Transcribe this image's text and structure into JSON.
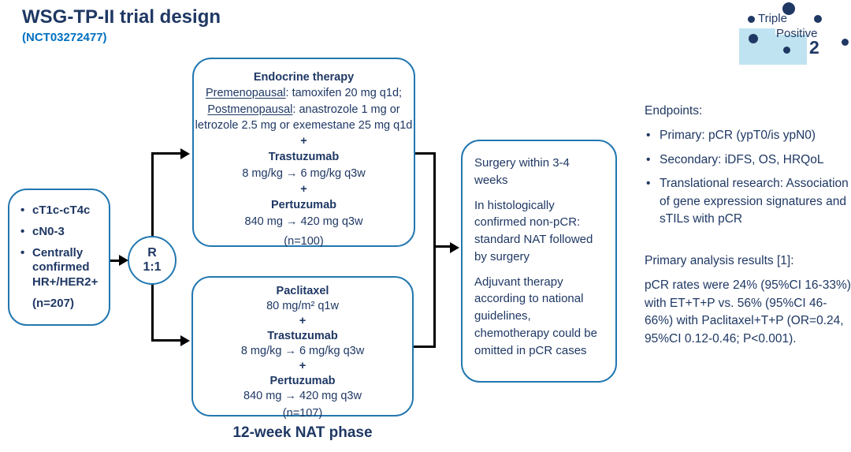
{
  "title": "WSG-TP-II trial design",
  "subtitle": "(NCT03272477)",
  "colors": {
    "navy_text": "#1F3864",
    "registration_blue": "#0070C0",
    "box_border_blue": "#2277B0",
    "connector_black": "#000000",
    "logo_light_blue": "#BFE3F0"
  },
  "logo": {
    "word1": "Triple",
    "word2": "Positive",
    "number": "2"
  },
  "eligibility_box": {
    "bullets": [
      "cT1c-cT4c",
      "cN0-3",
      "Centrally confirmed HR+/HER2+"
    ],
    "n": "(n=207)"
  },
  "randomization": {
    "letter": "R",
    "ratio": "1:1"
  },
  "endocrine_box": {
    "title": "Endocrine therapy",
    "premeno_label": "Premenopausal",
    "premeno_rest": ": tamoxifen 20 mg q1d; ",
    "postmeno_label": "Postmenopausal",
    "postmeno_rest": ": anastrozole 1 mg or letrozole 2.5 mg or exemestane 25 mg q1d",
    "plus1": "+",
    "drug1": "Trastuzumab",
    "drug1_dose": "8 mg/kg → 6 mg/kg q3w",
    "plus2": "+",
    "drug2": "Pertuzumab",
    "drug2_dose": "840 mg → 420 mg q3w",
    "n": "(n=100)"
  },
  "paclitaxel_box": {
    "drug0": "Paclitaxel",
    "drug0_dose": "80 mg/m² q1w",
    "plus1": "+",
    "drug1": "Trastuzumab",
    "drug1_dose": "8 mg/kg → 6 mg/kg q3w",
    "plus2": "+",
    "drug2": "Pertuzumab",
    "drug2_dose": "840 mg → 420 mg q3w",
    "n": "(n=107)"
  },
  "surgery_box": {
    "p1": "Surgery within 3-4 weeks",
    "p2": "In histologically confirmed non-pCR: standard NAT followed by surgery",
    "p3": "Adjuvant therapy according to national guidelines, chemotherapy could be omitted in pCR cases"
  },
  "nat_phase_label": "12-week NAT phase",
  "endpoints": {
    "heading": "Endpoints:",
    "items": [
      "Primary: pCR (ypT0/is ypN0)",
      "Secondary: iDFS, OS, HRQoL",
      "Translational research: Association of gene expression signatures and sTILs with pCR"
    ]
  },
  "results": {
    "heading": "Primary analysis results [1]:",
    "body": "pCR rates were 24% (95%CI 16-33%) with ET+T+P vs. 56% (95%CI 46-66%) with Paclitaxel+T+P (OR=0.24, 95%CI 0.12-0.46; P<0.001)."
  }
}
